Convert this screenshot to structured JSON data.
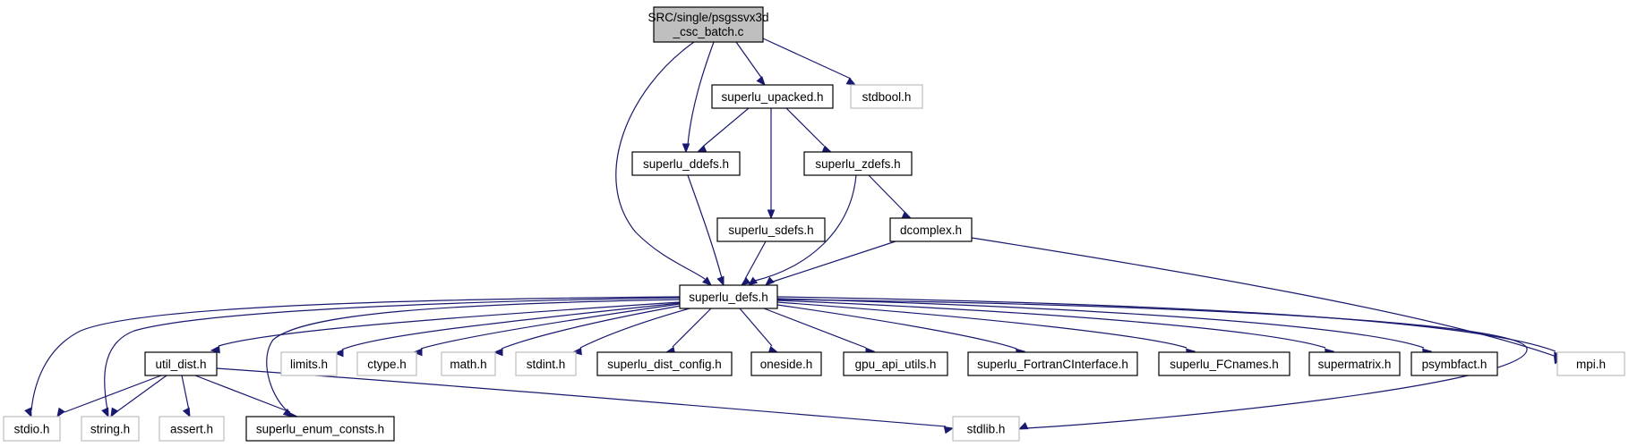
{
  "nodes": {
    "root": {
      "lines": [
        "SRC/single/psgssvx3d",
        "_csc_batch.c"
      ],
      "kind": "root"
    },
    "superlu_upacked": {
      "label": "superlu_upacked.h",
      "kind": "doc"
    },
    "stdbool": {
      "label": "stdbool.h",
      "kind": "ext"
    },
    "superlu_ddefs": {
      "label": "superlu_ddefs.h",
      "kind": "doc"
    },
    "superlu_zdefs": {
      "label": "superlu_zdefs.h",
      "kind": "doc"
    },
    "superlu_sdefs": {
      "label": "superlu_sdefs.h",
      "kind": "doc"
    },
    "dcomplex": {
      "label": "dcomplex.h",
      "kind": "doc"
    },
    "superlu_defs": {
      "label": "superlu_defs.h",
      "kind": "doc"
    },
    "util_dist": {
      "label": "util_dist.h",
      "kind": "doc"
    },
    "limits": {
      "label": "limits.h",
      "kind": "ext"
    },
    "ctype": {
      "label": "ctype.h",
      "kind": "ext"
    },
    "math": {
      "label": "math.h",
      "kind": "ext"
    },
    "stdint": {
      "label": "stdint.h",
      "kind": "ext"
    },
    "superlu_dist_config": {
      "label": "superlu_dist_config.h",
      "kind": "doc"
    },
    "oneside": {
      "label": "oneside.h",
      "kind": "doc"
    },
    "gpu_api_utils": {
      "label": "gpu_api_utils.h",
      "kind": "doc"
    },
    "superlu_FortranCInterface": {
      "label": "superlu_FortranCInterface.h",
      "kind": "doc"
    },
    "superlu_FCnames": {
      "label": "superlu_FCnames.h",
      "kind": "doc"
    },
    "supermatrix": {
      "label": "supermatrix.h",
      "kind": "doc"
    },
    "psymbfact": {
      "label": "psymbfact.h",
      "kind": "doc"
    },
    "mpi": {
      "label": "mpi.h",
      "kind": "ext"
    },
    "stdio": {
      "label": "stdio.h",
      "kind": "ext"
    },
    "string": {
      "label": "string.h",
      "kind": "ext"
    },
    "assert": {
      "label": "assert.h",
      "kind": "ext"
    },
    "superlu_enum_consts": {
      "label": "superlu_enum_consts.h",
      "kind": "doc"
    },
    "stdlib": {
      "label": "stdlib.h",
      "kind": "ext"
    }
  },
  "edges": [
    [
      "root",
      "superlu_upacked"
    ],
    [
      "root",
      "stdbool"
    ],
    [
      "root",
      "superlu_ddefs"
    ],
    [
      "root",
      "superlu_defs"
    ],
    [
      "superlu_upacked",
      "superlu_ddefs"
    ],
    [
      "superlu_upacked",
      "superlu_zdefs"
    ],
    [
      "superlu_upacked",
      "superlu_sdefs"
    ],
    [
      "superlu_ddefs",
      "superlu_defs"
    ],
    [
      "superlu_zdefs",
      "superlu_defs"
    ],
    [
      "superlu_zdefs",
      "dcomplex"
    ],
    [
      "superlu_sdefs",
      "superlu_defs"
    ],
    [
      "dcomplex",
      "superlu_defs"
    ],
    [
      "dcomplex",
      "mpi"
    ],
    [
      "superlu_defs",
      "util_dist"
    ],
    [
      "superlu_defs",
      "limits"
    ],
    [
      "superlu_defs",
      "ctype"
    ],
    [
      "superlu_defs",
      "math"
    ],
    [
      "superlu_defs",
      "stdint"
    ],
    [
      "superlu_defs",
      "superlu_dist_config"
    ],
    [
      "superlu_defs",
      "oneside"
    ],
    [
      "superlu_defs",
      "gpu_api_utils"
    ],
    [
      "superlu_defs",
      "superlu_FortranCInterface"
    ],
    [
      "superlu_defs",
      "superlu_FCnames"
    ],
    [
      "superlu_defs",
      "supermatrix"
    ],
    [
      "superlu_defs",
      "psymbfact"
    ],
    [
      "superlu_defs",
      "mpi"
    ],
    [
      "superlu_defs",
      "stdio"
    ],
    [
      "superlu_defs",
      "string"
    ],
    [
      "superlu_defs",
      "superlu_enum_consts"
    ],
    [
      "superlu_defs",
      "stdlib"
    ],
    [
      "util_dist",
      "stdio"
    ],
    [
      "util_dist",
      "string"
    ],
    [
      "util_dist",
      "assert"
    ],
    [
      "util_dist",
      "superlu_enum_consts"
    ],
    [
      "util_dist",
      "stdlib"
    ]
  ]
}
